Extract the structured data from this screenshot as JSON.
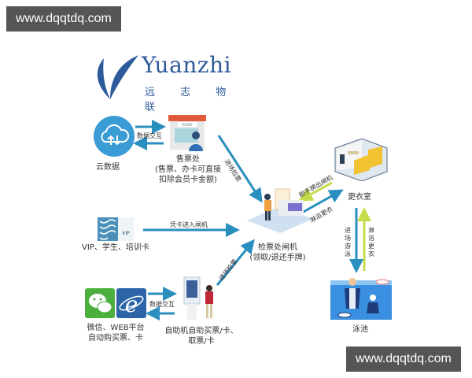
{
  "watermarks": {
    "top": "www.dqqtdq.com",
    "bottom": "www.dqqtdq.com"
  },
  "logo": {
    "en": "Yuanzhi",
    "cn": "远 志 物 联",
    "color": "#2d5a9b"
  },
  "nodes": {
    "cloud": {
      "label": "云数据",
      "icon": "cloud-sync-icon"
    },
    "ticket_office": {
      "label_line1": "售票处",
      "label_line2": "(售票、办卡可直接",
      "label_line3": "扣除会员卡金额)",
      "sign": "TICKET",
      "icon": "ticket-booth-icon"
    },
    "card": {
      "label": "VIP、学生、培训卡",
      "card_text": "VIP",
      "icon": "member-card-icon"
    },
    "gate": {
      "label_line1": "检票处闸机",
      "label_line2": "(领取/退还手牌)",
      "icon": "turnstile-gate-icon"
    },
    "locker_room": {
      "label": "更衣室",
      "icon": "locker-room-icon"
    },
    "pool": {
      "label": "泳池",
      "icon": "swimming-pool-icon"
    },
    "online": {
      "label_line1": "微信、WEB平台",
      "label_line2": "自动购买票、卡",
      "icons": [
        "wechat-icon",
        "ie-browser-icon"
      ]
    },
    "kiosk": {
      "label_line1": "自助机自助买票/卡、",
      "label_line2": "取票/卡",
      "icon": "self-service-kiosk-icon"
    }
  },
  "edges": {
    "cloud_ticket": "数据交互",
    "ticket_gate": "进场检票",
    "card_gate": "凭卡进入闸机",
    "kiosk_gate": "进场检票",
    "online_kiosk": "数据交互",
    "locker_gate": "刷手牌出闸机",
    "gate_locker": "淋浴更衣",
    "locker_pool": "进场游泳",
    "pool_locker": "淋浴更衣"
  },
  "colors": {
    "arrow_blue": "#2a8fbf",
    "arrow_green": "#c5dc4a",
    "brand": "#2d5a9b"
  }
}
